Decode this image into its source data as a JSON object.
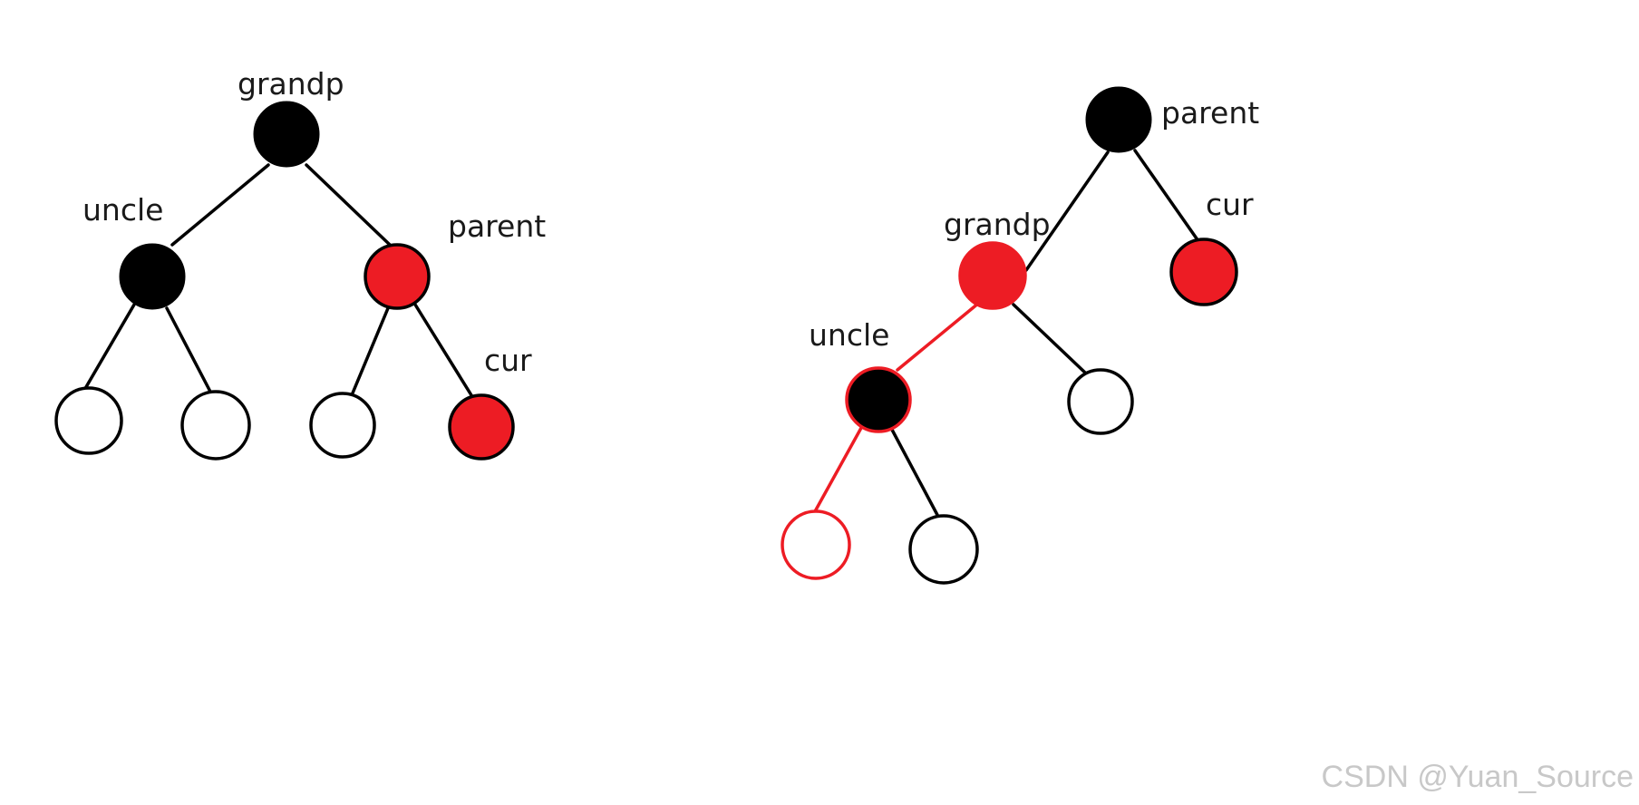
{
  "colors": {
    "black_node": "#000000",
    "red_node": "#ed1c24",
    "white_node": "#ffffff",
    "black_edge": "#000000",
    "red_edge": "#ed1c24"
  },
  "diagrams": [
    {
      "id": "before-rotation",
      "labels": {
        "root": "grandp",
        "left": "uncle",
        "right": "parent",
        "right_right": "cur"
      }
    },
    {
      "id": "after-rotation",
      "labels": {
        "root": "parent",
        "left": "grandp",
        "right": "cur",
        "left_left": "uncle"
      }
    }
  ],
  "watermark": "CSDN @Yuan_Source"
}
